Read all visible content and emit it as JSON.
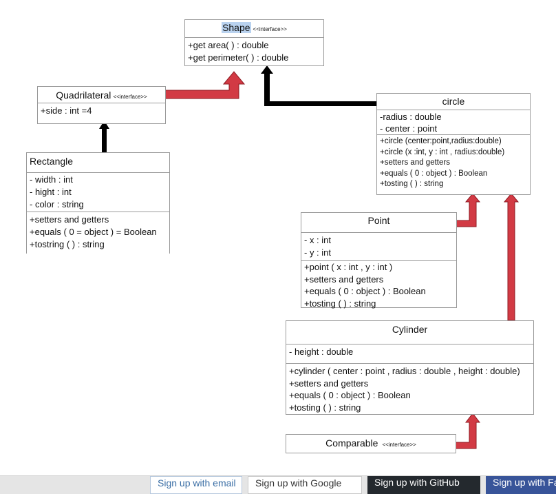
{
  "diagram": {
    "shape": {
      "name": "Shape",
      "stereotype": "<<interface>>",
      "methods": [
        "+get area( ) : double",
        "+get perimeter( ) : double"
      ]
    },
    "quadrilateral": {
      "name": "Quadrilateral",
      "stereotype": "<<interface>>",
      "attributes": [
        "+side : int =4"
      ]
    },
    "rectangle": {
      "name": "Rectangle",
      "attributes": [
        "- width : int",
        "- hight : int",
        "- color : string"
      ],
      "methods": [
        "+setters and getters",
        "+equals ( 0 = object ) = Boolean",
        "+tostring ( ) : string"
      ]
    },
    "circle": {
      "name": "circle",
      "attributes": [
        "-radius : double",
        "- center : point"
      ],
      "methods": [
        "+circle (center:point,radius:double)",
        "+circle (x :int, y : int , radius:double)",
        "+setters and getters",
        "+equals ( 0 : object ) : Boolean",
        "+tosting ( ) : string"
      ]
    },
    "point": {
      "name": "Point",
      "attributes": [
        "- x : int",
        "- y : int"
      ],
      "methods": [
        "+point ( x : int , y : int )",
        "+setters and getters",
        "+equals ( 0 : object ) : Boolean",
        "+tosting ( ) : string"
      ]
    },
    "cylinder": {
      "name": "Cylinder",
      "attributes": [
        "- height : double"
      ],
      "methods": [
        "+cylinder ( center : point , radius : double , height : double)",
        "+setters and getters",
        "+equals ( 0 : object ) : Boolean",
        "+tosting ( ) : string"
      ]
    },
    "comparable": {
      "name": "Comparable",
      "stereotype": "<<interface>>"
    },
    "colors": {
      "arrow_red": "#d23a44",
      "arrow_red_outline": "#8e1a22",
      "arrow_black": "#000000",
      "box_border": "#9a9a9a",
      "highlight": "#b9d2ef"
    }
  },
  "bottom_bar": {
    "email": "Sign up with email",
    "google": "Sign up with Google",
    "github": "Sign up with GitHub",
    "facebook": "Sign up with Facebook"
  }
}
